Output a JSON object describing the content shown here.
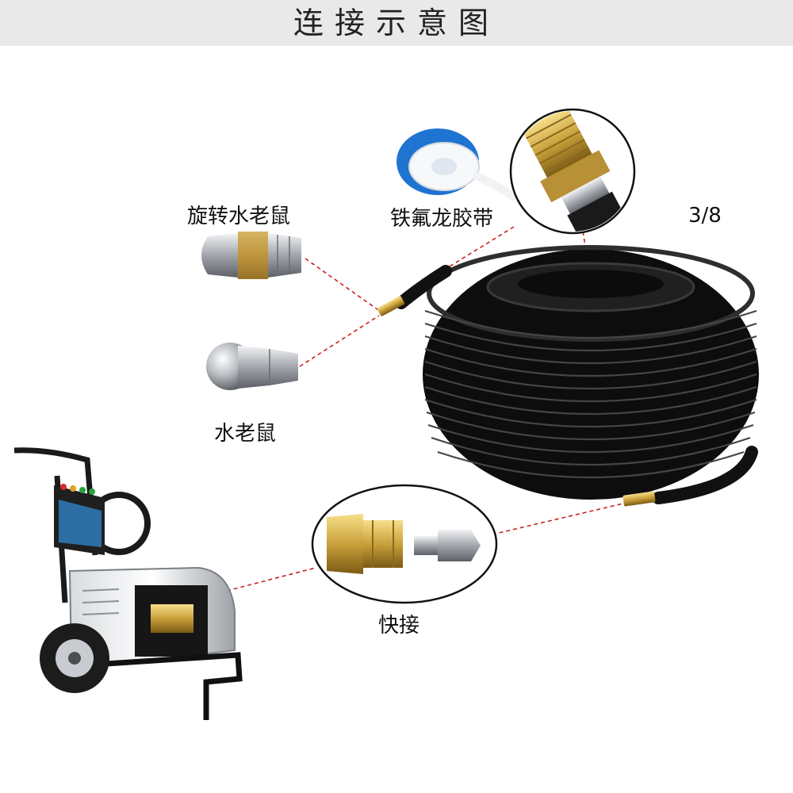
{
  "header": {
    "title": "连接示意图"
  },
  "labels": {
    "rotary_nozzle": "旋转水老鼠",
    "nozzle": "水老鼠",
    "ptfe_tape": "铁氟龙胶带",
    "thread_size": "3/8",
    "quick_connector": "快接"
  },
  "colors": {
    "leader_line": "#cc2222",
    "hose": "#1b1b1b",
    "brass": "#c9a03a",
    "steel": "#b9bdc2"
  }
}
